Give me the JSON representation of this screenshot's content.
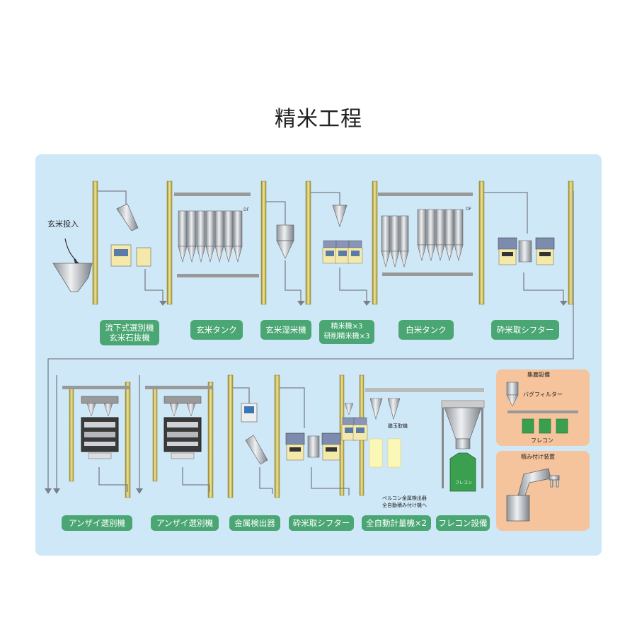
{
  "title": "精米工程",
  "input_label": "玄米投入",
  "stages_top": [
    {
      "line1": "流下式選別機",
      "line2": "玄米石抜機"
    },
    {
      "line1": "玄米タンク",
      "line2": ""
    },
    {
      "line1": "玄米湿米機",
      "line2": ""
    },
    {
      "line1": "精米機×3",
      "line2": "研削精米機×3"
    },
    {
      "line1": "白米タンク",
      "line2": ""
    },
    {
      "line1": "砕米取シフター",
      "line2": ""
    }
  ],
  "stages_bottom": [
    {
      "line1": "アンザイ選別機"
    },
    {
      "line1": "アンザイ選別機"
    },
    {
      "line1": "金属検出器"
    },
    {
      "line1": "砕米取シフター"
    },
    {
      "line1": "全自動計量機×2"
    },
    {
      "line1": "フレコン設備"
    }
  ],
  "dust": {
    "title": "集塵設備",
    "filter": "バグフィルター",
    "bag": "フレコン"
  },
  "loading": {
    "title": "積み付け装置"
  },
  "notes": {
    "stone": "膳玉取機",
    "metal": "ベルコン金属検出器",
    "auto": "全自動積み付け機へ",
    "bag_print": "フレコン",
    "df1": "DF",
    "df2": "DF"
  },
  "colors": {
    "panel": "#cfe8f8",
    "label": "#4aa673",
    "side": "#f6c49c",
    "pillar": "#c8b84a",
    "pipe": "#7a8088"
  }
}
